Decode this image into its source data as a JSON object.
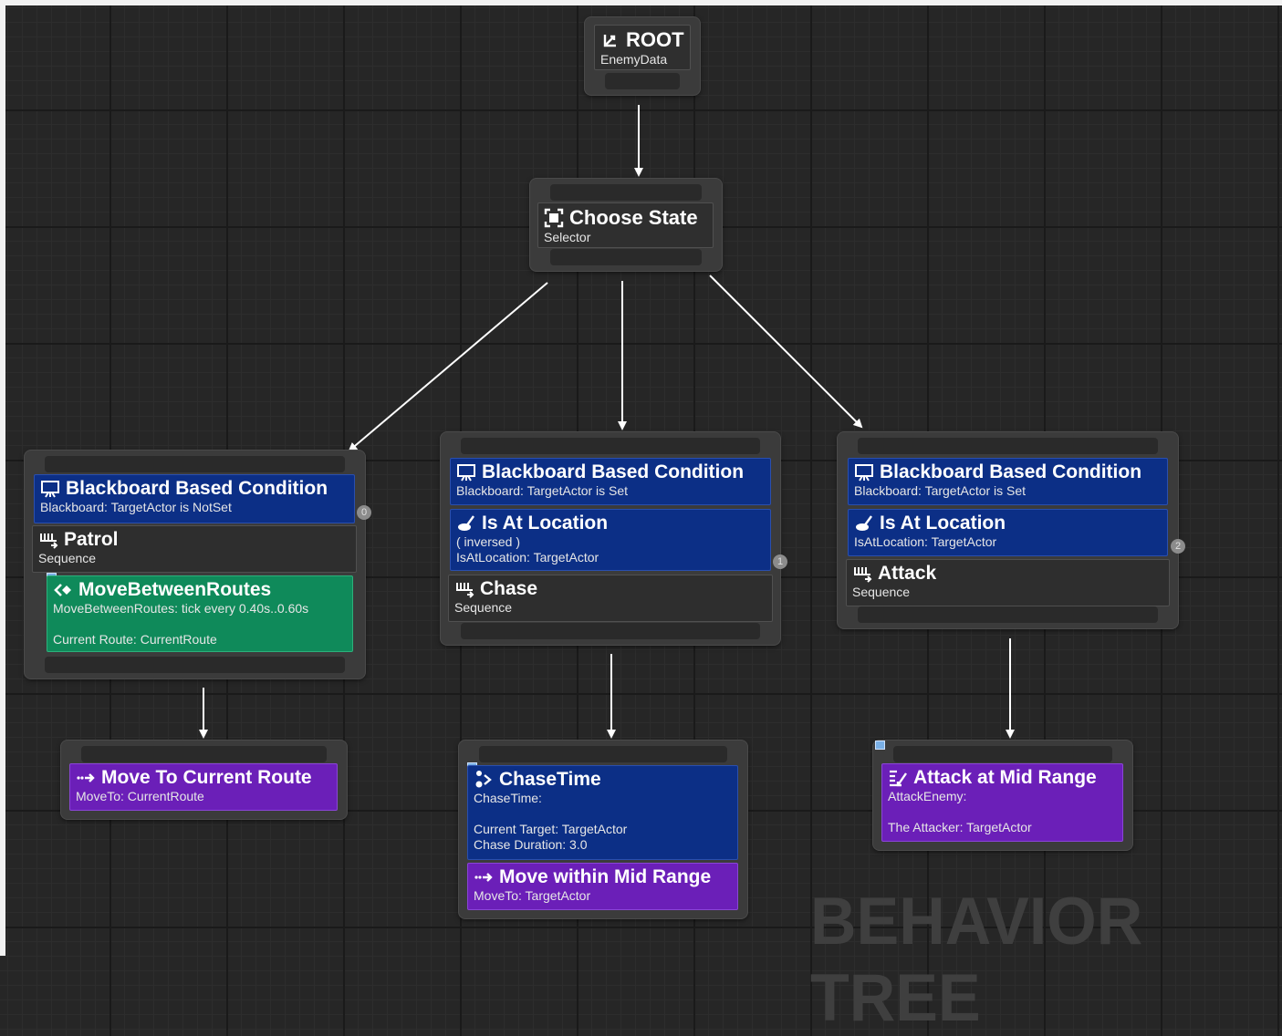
{
  "root": {
    "title": "ROOT",
    "subtitle": "EnemyData"
  },
  "choose_state": {
    "title": "Choose State",
    "subtitle": "Selector"
  },
  "branch_left": {
    "decorator": {
      "title": "Blackboard Based Condition",
      "detail": "Blackboard: TargetActor is NotSet"
    },
    "badge": "0",
    "composite": {
      "title": "Patrol",
      "subtitle": "Sequence"
    },
    "service": {
      "title": "MoveBetweenRoutes",
      "line1": "MoveBetweenRoutes: tick every 0.40s..0.60s",
      "line2": "Current Route: CurrentRoute"
    }
  },
  "branch_mid": {
    "decorator": {
      "title": "Blackboard Based Condition",
      "detail": "Blackboard: TargetActor is Set"
    },
    "decorator2": {
      "title": "Is At Location",
      "line1": "( inversed )",
      "line2": "IsAtLocation: TargetActor"
    },
    "badge": "1",
    "composite": {
      "title": "Chase",
      "subtitle": "Sequence"
    }
  },
  "branch_right": {
    "decorator": {
      "title": "Blackboard Based Condition",
      "detail": "Blackboard: TargetActor is Set"
    },
    "decorator2": {
      "title": "Is At Location",
      "line1": "IsAtLocation: TargetActor"
    },
    "badge": "2",
    "composite": {
      "title": "Attack",
      "subtitle": "Sequence"
    }
  },
  "task_left": {
    "title": "Move To Current Route",
    "subtitle": "MoveTo: CurrentRoute"
  },
  "task_mid": {
    "service": {
      "title": "ChaseTime",
      "line1": "ChaseTime:",
      "line2": "Current Target: TargetActor",
      "line3": "Chase Duration: 3.0"
    },
    "task": {
      "title": "Move within Mid Range",
      "subtitle": "MoveTo: TargetActor"
    }
  },
  "task_right": {
    "title": "Attack at Mid Range",
    "line1": "AttackEnemy:",
    "line2": "The Attacker: TargetActor"
  },
  "watermark": "BEHAVIOR TREE",
  "colors": {
    "decorator": "#0c2f86",
    "service": "#0f8a5a",
    "task": "#6b1fb8",
    "composite": "#2e2e2e",
    "background": "#262626"
  }
}
